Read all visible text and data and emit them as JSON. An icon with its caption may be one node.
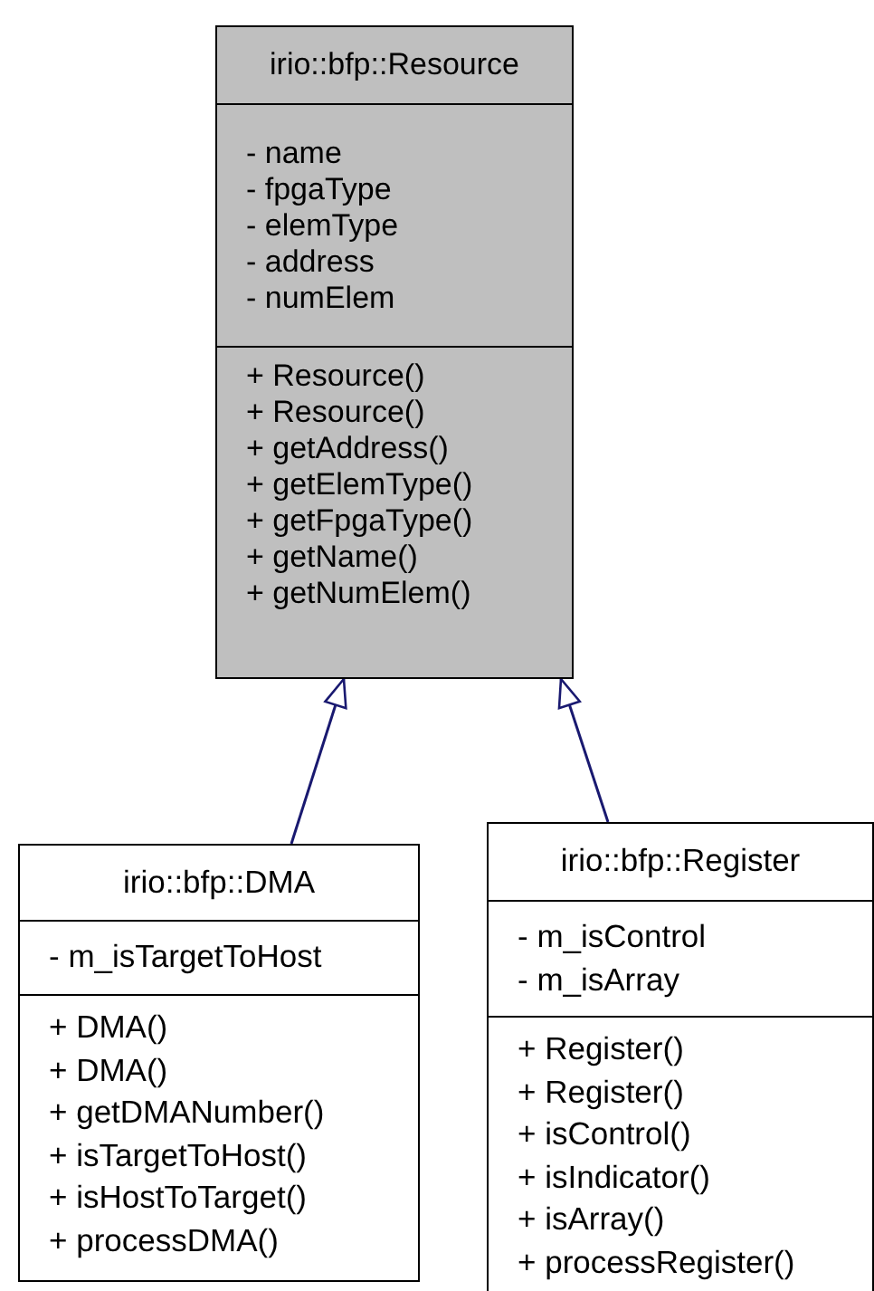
{
  "diagram": {
    "nodes": [
      {
        "text": [
          "irio::bfp::Resource"
        ]
      },
      {
        "text": [
          "- name",
          "- fpgaType",
          "- elemType",
          "- address",
          "- numElem"
        ],
        "in": 0
      },
      {
        "text": [
          "+ Resource()",
          "+ Resource()",
          "+ getAddress()",
          "+ getElemType()",
          "+ getFpgaType()",
          "+ getName()",
          "+ getNumElem()"
        ],
        "in": 0
      },
      {
        "text": [
          "irio::bfp::DMA"
        ]
      },
      {
        "text": [
          "- m_isTargetToHost"
        ],
        "in": 3
      },
      {
        "text": [
          "+ DMA()",
          "+ DMA()",
          "+ getDMANumber()",
          "+ isTargetToHost()",
          "+ isHostToTarget()",
          "+ processDMA()"
        ],
        "in": 3
      },
      {
        "text": [
          "irio::bfp::Register"
        ]
      },
      {
        "text": [
          "- m_isControl",
          "- m_isArray"
        ],
        "in": 6
      },
      {
        "text": [
          "+ Register()",
          "+ Register()",
          "+ isControl()",
          "+ isIndicator()",
          "+ isArray()",
          "+ processRegister()"
        ],
        "in": 6
      }
    ],
    "edges": [
      {
        "from": 3,
        "to": 0,
        "arrow": "to"
      },
      {
        "from": 6,
        "to": 0,
        "arrow": "to"
      }
    ]
  }
}
